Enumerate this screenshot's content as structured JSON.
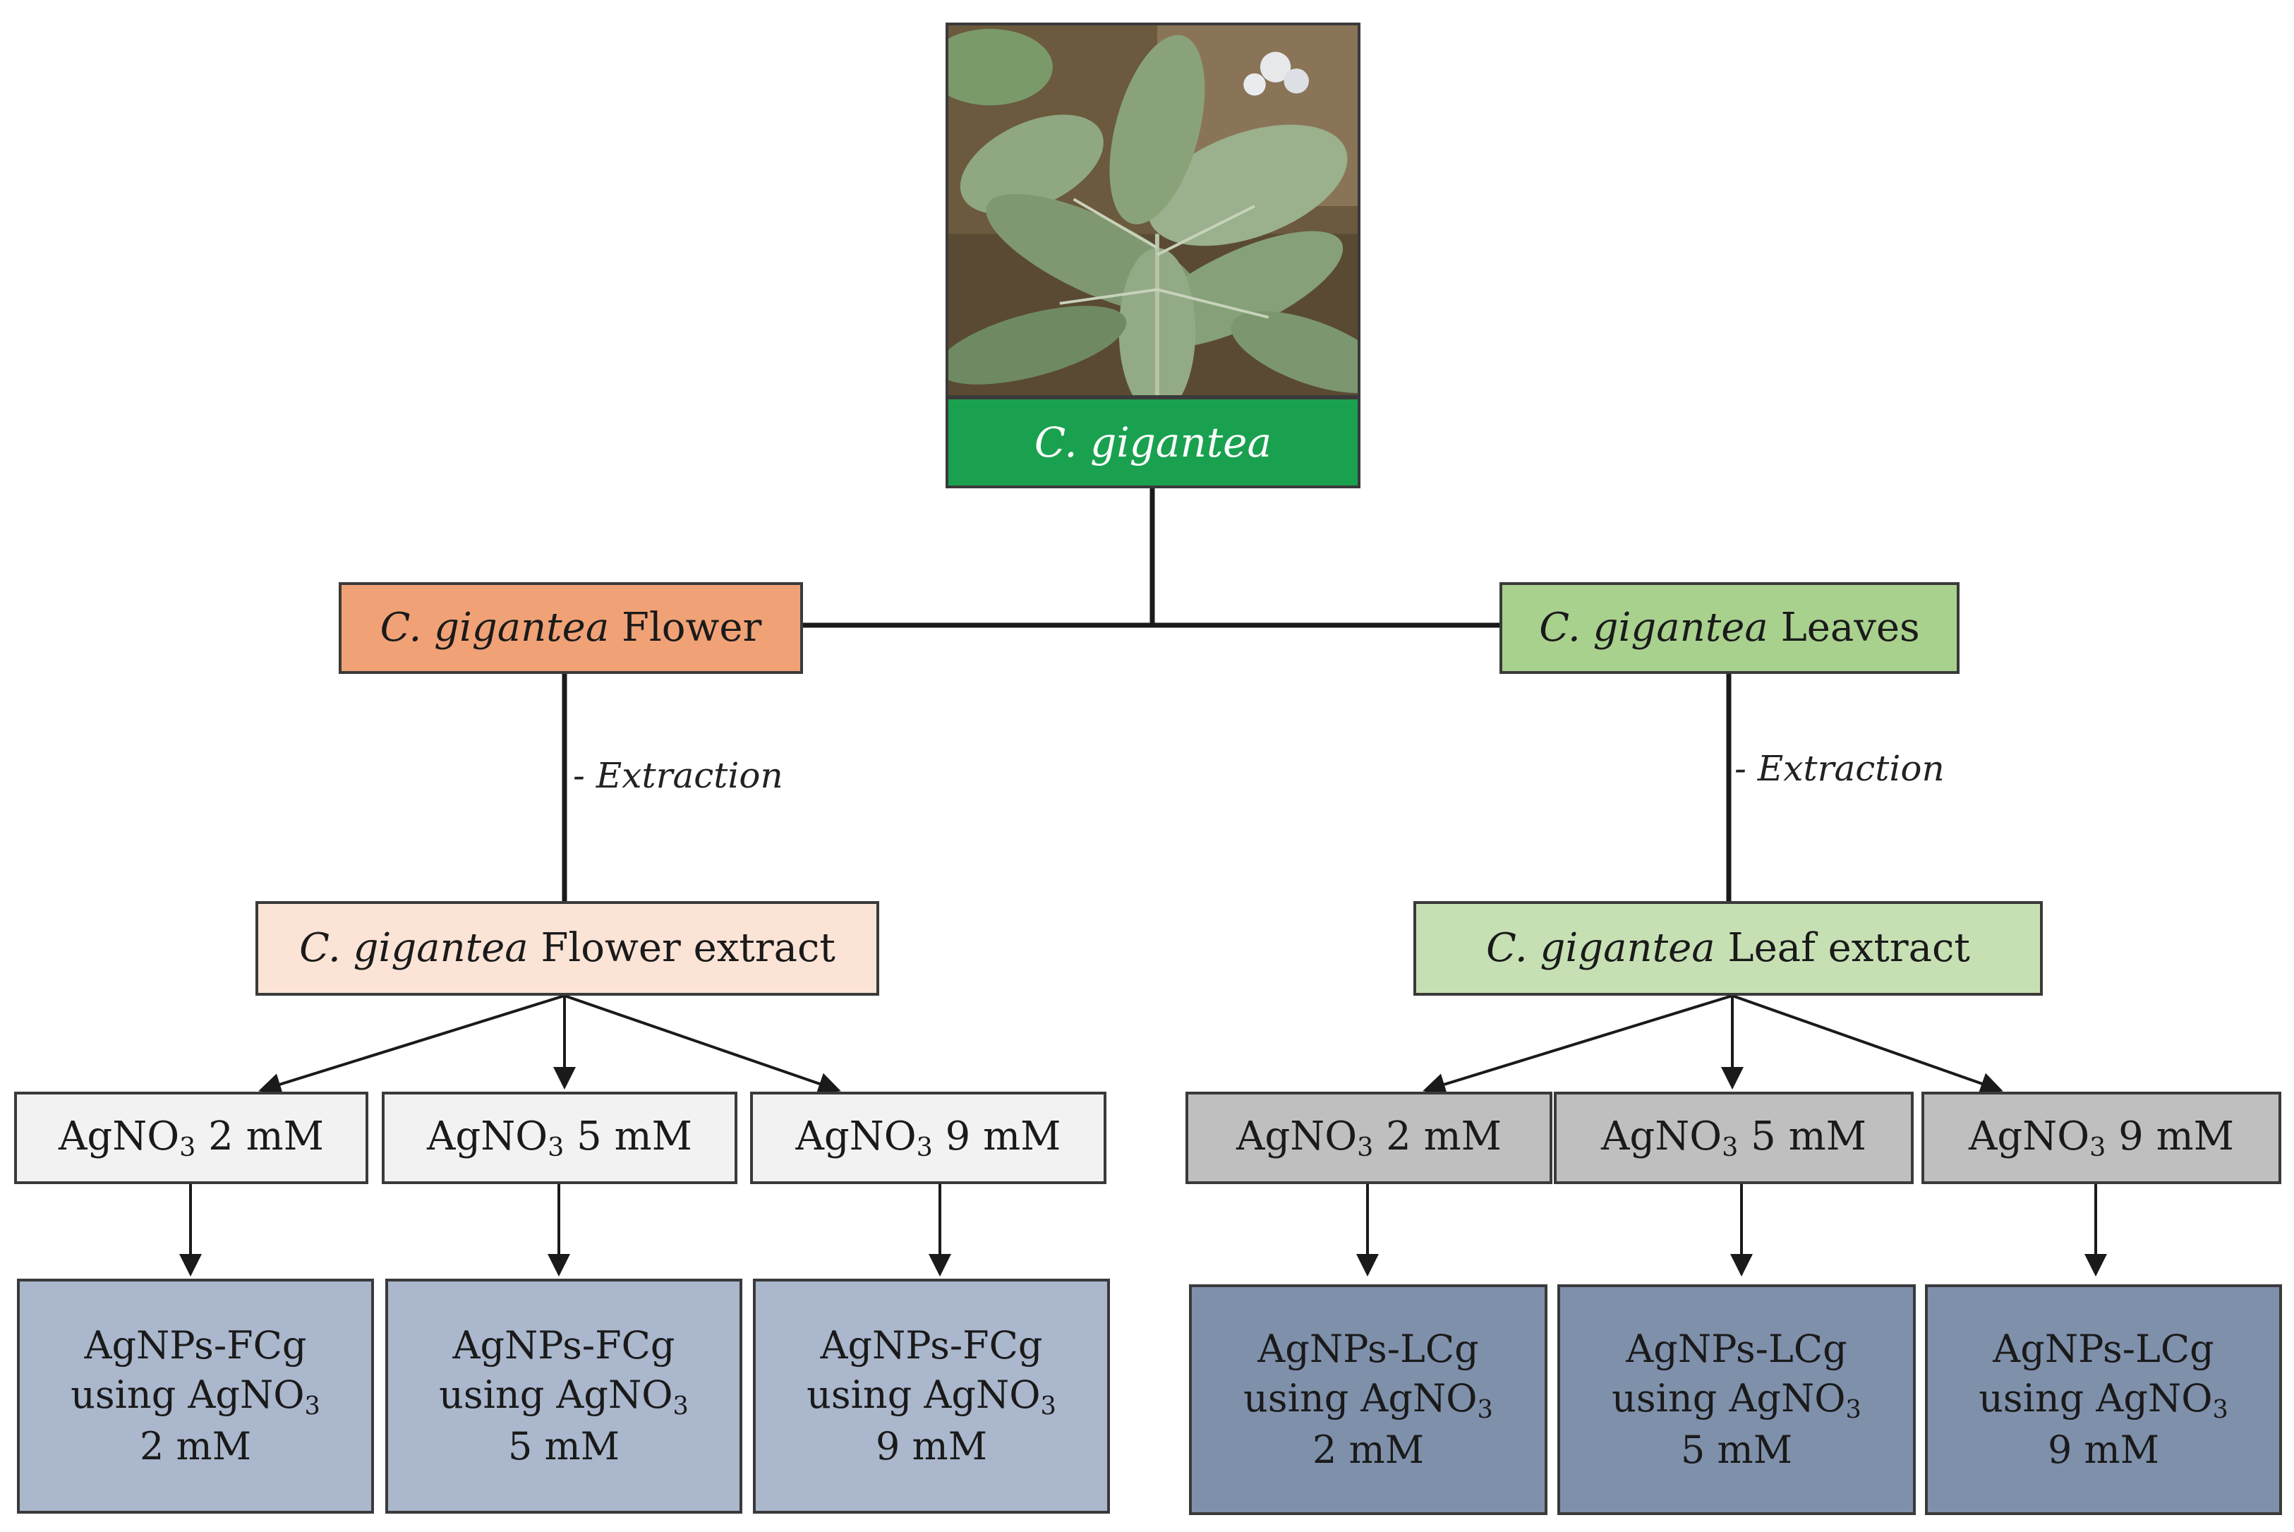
{
  "root": {
    "species": "C. gigantea"
  },
  "branches": [
    {
      "id": "flower",
      "part": {
        "species": "C. gigantea",
        "name": "Flower"
      },
      "step": "Extraction",
      "extract": {
        "species": "C. gigantea",
        "name": "Flower extract"
      },
      "concentrations": [
        {
          "reagent": "AgNO",
          "sub": "3",
          "conc": "2 mM"
        },
        {
          "reagent": "AgNO",
          "sub": "3",
          "conc": "5 mM"
        },
        {
          "reagent": "AgNO",
          "sub": "3",
          "conc": "9 mM"
        }
      ],
      "products": [
        {
          "name": "AgNPs-FCg",
          "using": "using AgNO",
          "sub": "3",
          "conc": "2 mM"
        },
        {
          "name": "AgNPs-FCg",
          "using": "using AgNO",
          "sub": "3",
          "conc": "5 mM"
        },
        {
          "name": "AgNPs-FCg",
          "using": "using AgNO",
          "sub": "3",
          "conc": "9 mM"
        }
      ]
    },
    {
      "id": "leaves",
      "part": {
        "species": "C. gigantea",
        "name": "Leaves"
      },
      "step": "Extraction",
      "extract": {
        "species": "C. gigantea",
        "name": "Leaf extract"
      },
      "concentrations": [
        {
          "reagent": "AgNO",
          "sub": "3",
          "conc": "2 mM"
        },
        {
          "reagent": "AgNO",
          "sub": "3",
          "conc": "5 mM"
        },
        {
          "reagent": "AgNO",
          "sub": "3",
          "conc": "9 mM"
        }
      ],
      "products": [
        {
          "name": "AgNPs-LCg",
          "using": "using AgNO",
          "sub": "3",
          "conc": "2 mM"
        },
        {
          "name": "AgNPs-LCg",
          "using": "using AgNO",
          "sub": "3",
          "conc": "5 mM"
        },
        {
          "name": "AgNPs-LCg",
          "using": "using AgNO",
          "sub": "3",
          "conc": "9 mM"
        }
      ]
    }
  ],
  "colors": {
    "root_label": "#1aa150",
    "flower": "#f0a276",
    "leaves": "#a9d18e",
    "flower_extract": "#fbe3d6",
    "leaf_extract": "#c6e0b4",
    "conc_flower": "#f2f2f2",
    "conc_leaves": "#bfbfbf",
    "product_flower": "#aab7cc",
    "product_leaves": "#7f90ab"
  }
}
